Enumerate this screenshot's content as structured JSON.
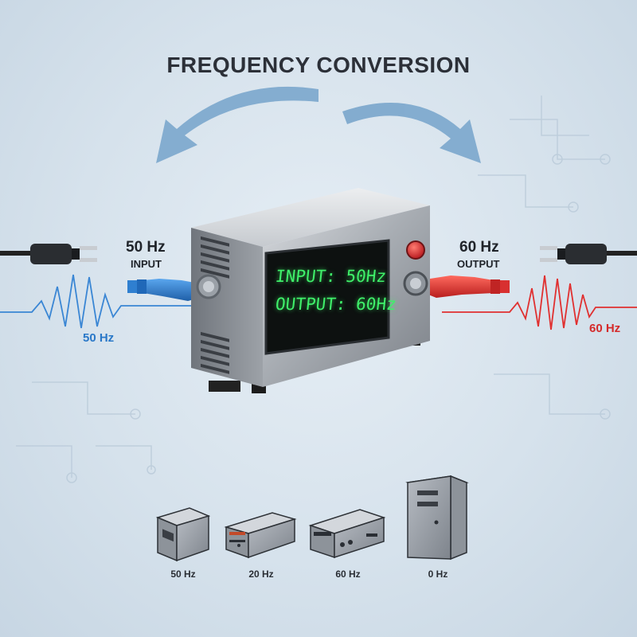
{
  "title": "FREQUENCY CONVERSION",
  "input": {
    "frequency": "50 Hz",
    "label": "INPUT",
    "wave_label": "50 Hz",
    "color": "#2f7fd0"
  },
  "output": {
    "frequency": "60 Hz",
    "label": "OUTPUT",
    "wave_label": "60 Hz",
    "color": "#d83030"
  },
  "display": {
    "line1": "INPUT: 50Hz",
    "line2": "OUTPUT: 60Hz",
    "color": "#3ff06a"
  },
  "devices": [
    {
      "icon": "small-box-device-icon",
      "label": "50 Hz"
    },
    {
      "icon": "audio-receiver-icon",
      "label": "20 Hz"
    },
    {
      "icon": "media-player-icon",
      "label": "60 Hz"
    },
    {
      "icon": "tower-pc-icon",
      "label": "0 Hz"
    }
  ],
  "colors": {
    "background": "#d6e2ec",
    "arrows": "#6f9ec6",
    "title": "#2c3038"
  }
}
